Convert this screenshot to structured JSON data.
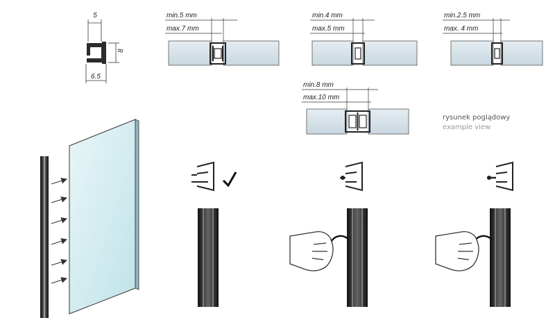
{
  "profile": {
    "top_width": "5",
    "height": "8",
    "bottom_width": "6.5"
  },
  "gaps": [
    {
      "min": "min.5 mm",
      "max": "max.7 mm"
    },
    {
      "min": "min.4 mm",
      "max": "max.5 mm"
    },
    {
      "min": "min.2.5 mm",
      "max": "max. 4 mm"
    },
    {
      "min": "min.8 mm",
      "max": "max.10 mm"
    }
  ],
  "caption": {
    "pl": "rysunek poglądowy",
    "en": "example view"
  },
  "colors": {
    "glass": "#d8e3ea",
    "glass_panel": "#cfe9ee",
    "profile": "#2b2b2b",
    "caption_pl": "#555555",
    "caption_en": "#9a9a9a"
  },
  "icons": [
    "checkmark-icon",
    "hand-icon",
    "arrow-icon"
  ]
}
